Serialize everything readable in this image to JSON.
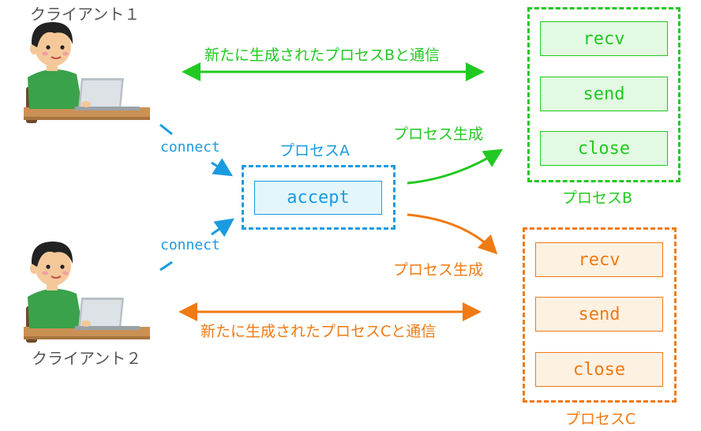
{
  "colors": {
    "green": "#22c822",
    "green_fill": "#e3f9e3",
    "blue": "#1a9be0",
    "blue_fill": "#e4f6fc",
    "orange": "#f07a14",
    "orange_fill": "#fdf1e2",
    "text_gray": "#555555"
  },
  "clients": [
    {
      "label": "クライアント１"
    },
    {
      "label": "クライアント２"
    }
  ],
  "edges": {
    "connect_top": "connect",
    "connect_bottom": "connect",
    "comm_b": "新たに生成されたプロセスBと通信",
    "comm_c": "新たに生成されたプロセスCと通信",
    "spawn_b": "プロセス生成",
    "spawn_c": "プロセス生成"
  },
  "process_a": {
    "title": "プロセスA",
    "call": "accept"
  },
  "process_b": {
    "title": "プロセスB",
    "calls": [
      "recv",
      "send",
      "close"
    ]
  },
  "process_c": {
    "title": "プロセスC",
    "calls": [
      "recv",
      "send",
      "close"
    ]
  }
}
